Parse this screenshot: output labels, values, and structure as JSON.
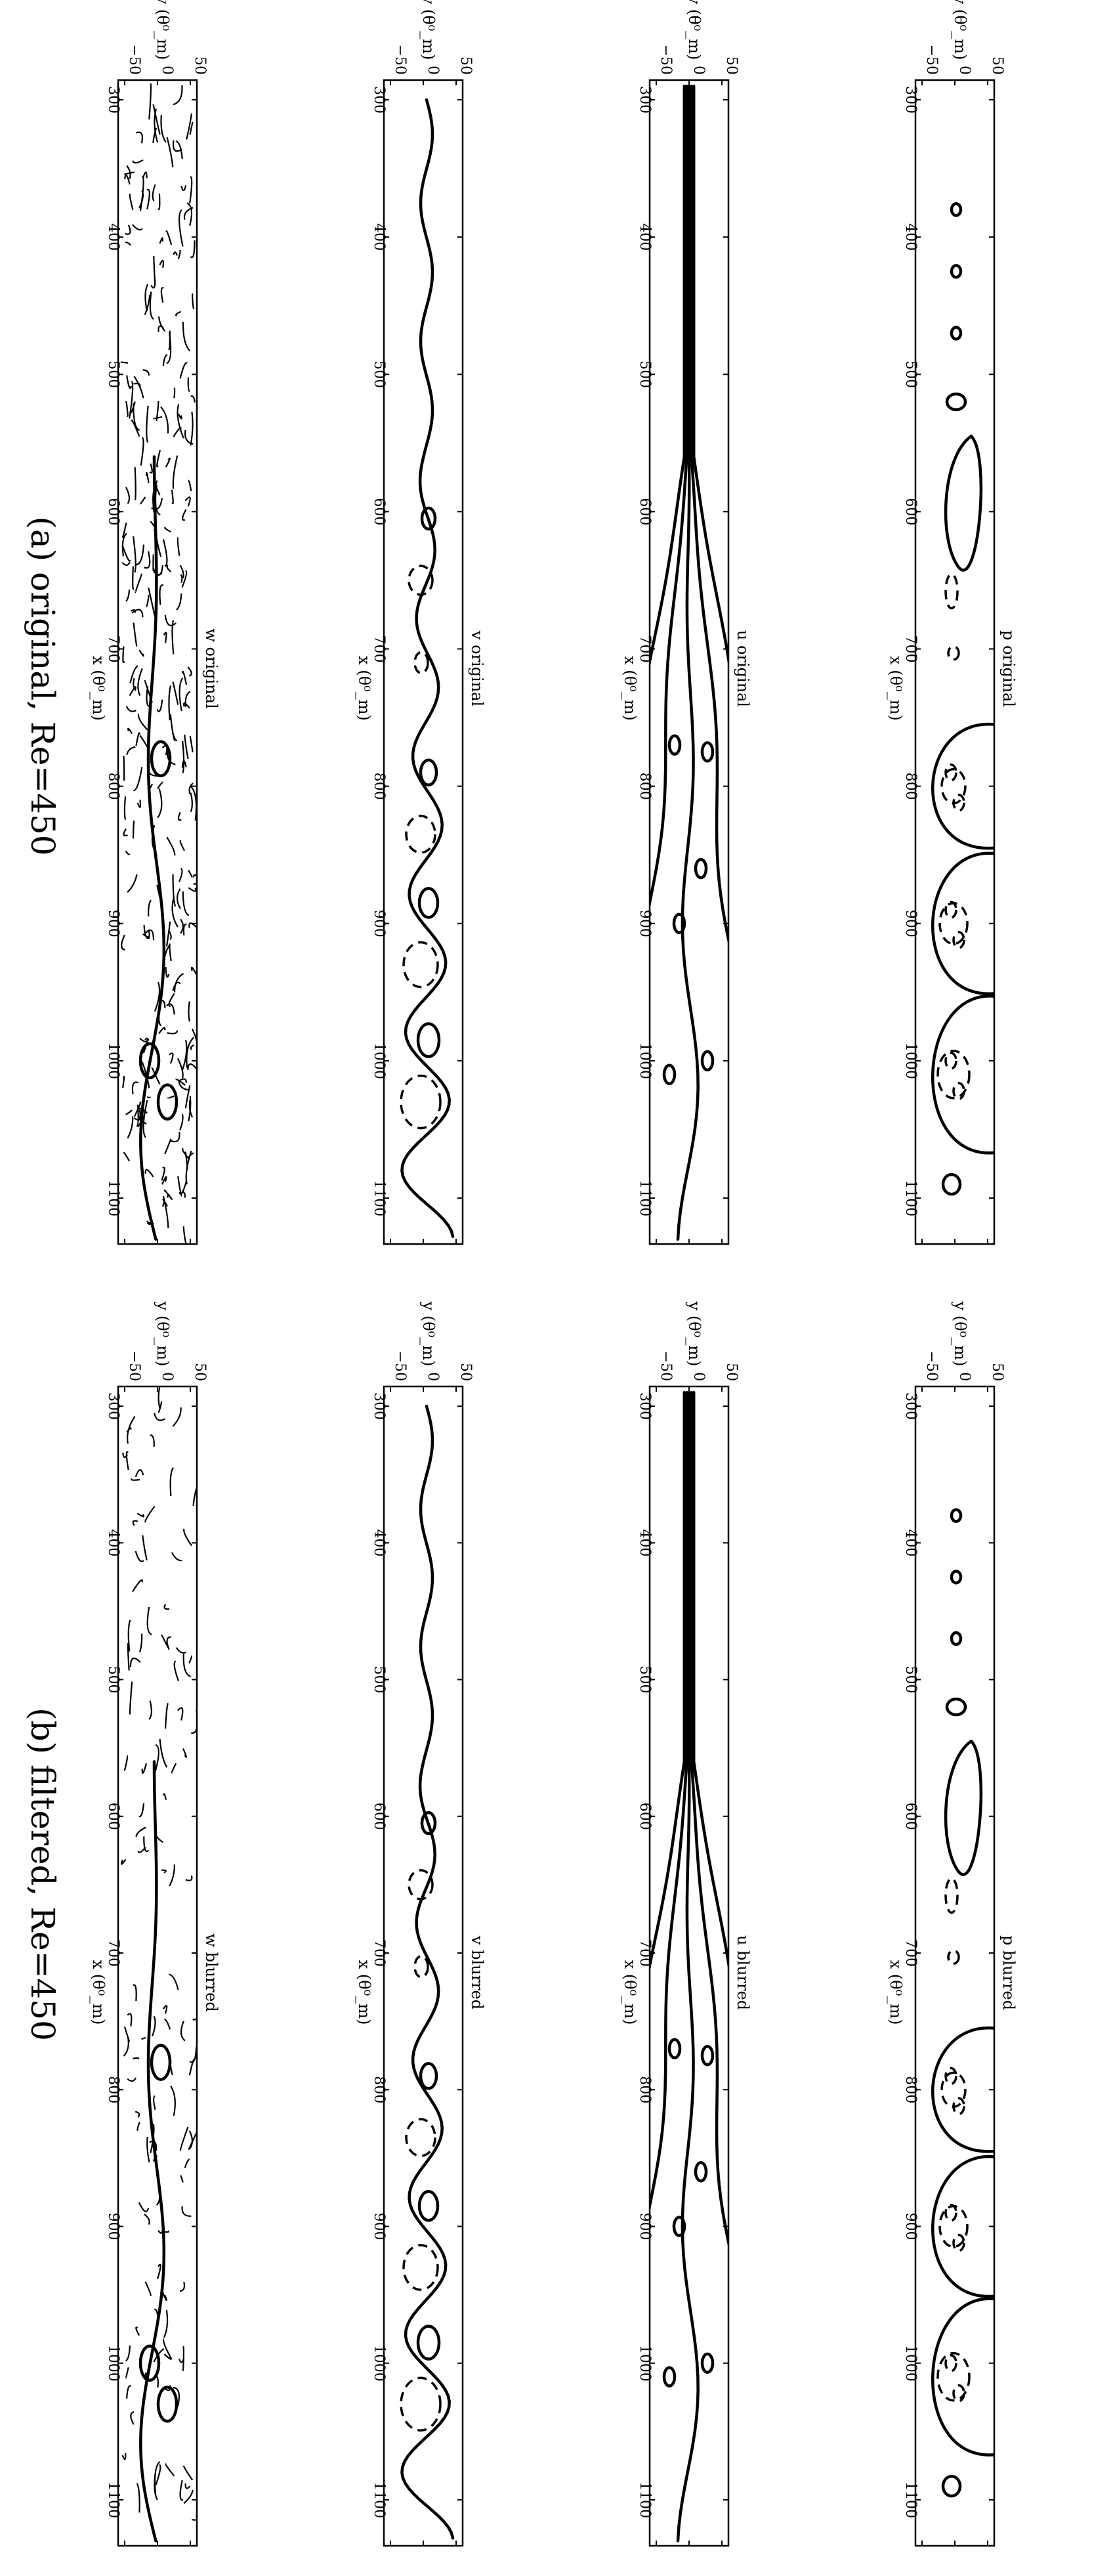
{
  "figure": {
    "x_axis_label": "x (θ⁰_m)",
    "y_axis_label": "y (θ⁰_m)",
    "x_ticks": [
      "300",
      "400",
      "500",
      "600",
      "700",
      "800",
      "900",
      "1000",
      "1100"
    ],
    "y_ticks": [
      "−50",
      "0",
      "50"
    ],
    "captions": {
      "a": "(a) original, Re=450",
      "b": "(b) filtered, Re=450"
    },
    "panels": {
      "p_original": "p original",
      "u_original": "u original",
      "v_original": "v original",
      "w_original": "w original",
      "p_blurred": "p blurred",
      "u_blurred": "u blurred",
      "v_blurred": "v blurred",
      "w_blurred": "w blurred"
    }
  }
}
